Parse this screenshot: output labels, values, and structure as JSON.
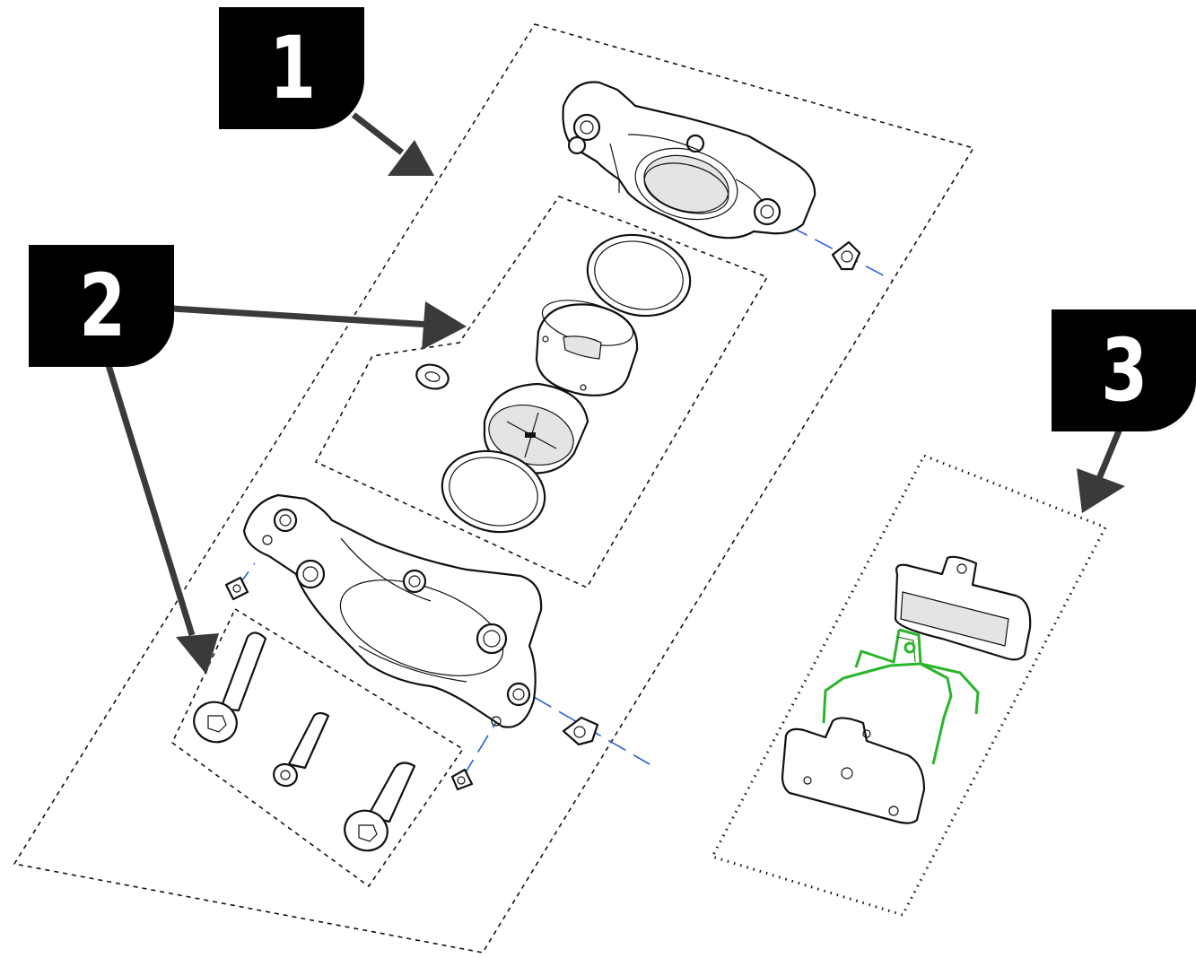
{
  "callouts": [
    {
      "id": "1",
      "label": "1"
    },
    {
      "id": "2",
      "label": "2"
    },
    {
      "id": "3",
      "label": "3"
    }
  ],
  "colors": {
    "callout_background": "#000000",
    "callout_text": "#ffffff",
    "arrow": "#3a3a3a",
    "axis_line": "#2b5fd9",
    "pad_spring": "#2bb52b"
  }
}
